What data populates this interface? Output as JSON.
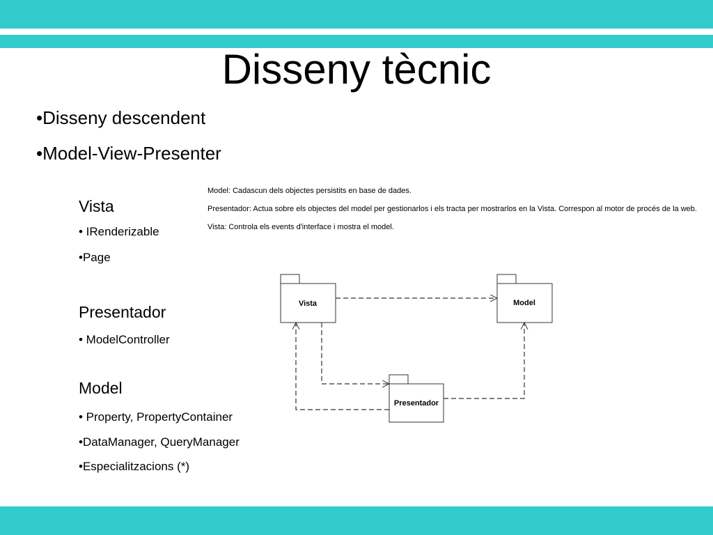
{
  "slide": {
    "title": "Disseny tècnic",
    "bullets": [
      "•Disseny descendent",
      "•Model-View-Presenter"
    ]
  },
  "sections": [
    {
      "heading": "Vista",
      "items": [
        "• IRenderizable",
        "•Page"
      ]
    },
    {
      "heading": "Presentador",
      "items": [
        "• ModelController"
      ]
    },
    {
      "heading": "Model",
      "items": [
        "• Property, PropertyContainer",
        "•DataManager, QueryManager",
        "•Especialitzacions (*)"
      ]
    }
  ],
  "descriptions": [
    "Model: Cadascun dels objectes persistits en base de dades.",
    "Presentador: Actua sobre els objectes del model per gestionarlos i els tracta per mostrarlos en la Vista. Correspon al motor de procés de la web.",
    "Vista: Controla els events d'interface i mostra el model."
  ],
  "diagram": {
    "packages": [
      "Vista",
      "Model",
      "Presentador"
    ]
  },
  "colors": {
    "band": "#33cccc"
  }
}
